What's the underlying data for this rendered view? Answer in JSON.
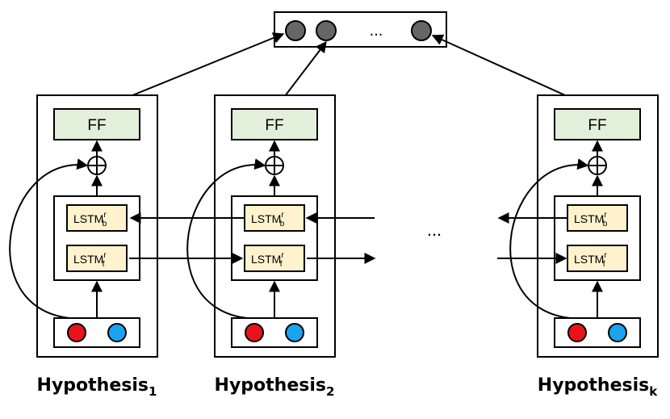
{
  "output": {
    "ellipsis": "..."
  },
  "between_columns_ellipsis": "...",
  "hypotheses": [
    {
      "caption_main": "Hypothesis",
      "caption_sub": "1",
      "ff_label": "FF",
      "lstm_backward": {
        "base": "LSTM",
        "sup": "r",
        "sub": "b"
      },
      "lstm_forward": {
        "base": "LSTM",
        "sup": "r",
        "sub": "f"
      },
      "input_colors": [
        "#e8141a",
        "#19a3f0"
      ]
    },
    {
      "caption_main": "Hypothesis",
      "caption_sub": "2",
      "ff_label": "FF",
      "lstm_backward": {
        "base": "LSTM",
        "sup": "r",
        "sub": "b"
      },
      "lstm_forward": {
        "base": "LSTM",
        "sup": "r",
        "sub": "f"
      },
      "input_colors": [
        "#e8141a",
        "#19a3f0"
      ]
    },
    {
      "caption_main": "Hypothesis",
      "caption_sub": "k",
      "ff_label": "FF",
      "lstm_backward": {
        "base": "LSTM",
        "sup": "r",
        "sub": "b"
      },
      "lstm_forward": {
        "base": "LSTM",
        "sup": "r",
        "sub": "f"
      },
      "input_colors": [
        "#e8141a",
        "#19a3f0"
      ]
    }
  ],
  "colors": {
    "ff_fill": "#e2efda",
    "lstm_fill": "#fff2cc",
    "output_node_fill": "#666666",
    "stroke": "#000000"
  }
}
